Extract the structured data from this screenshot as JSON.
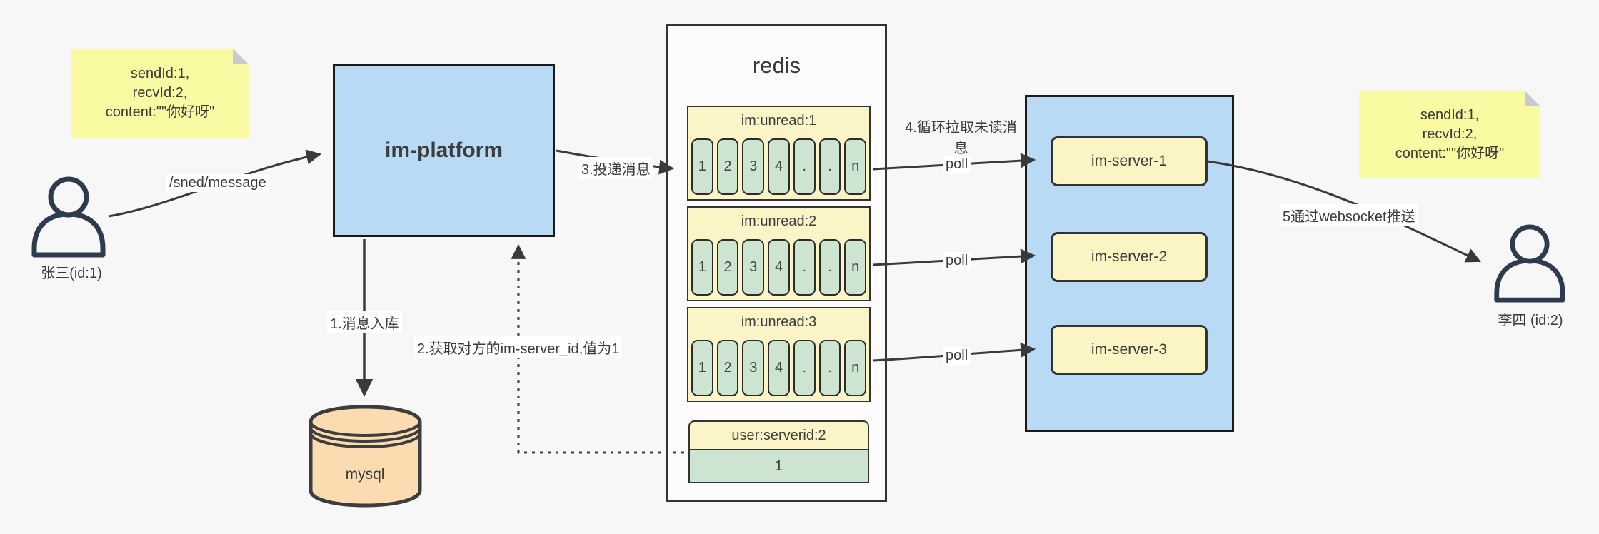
{
  "notes": {
    "left": {
      "lines": [
        "sendId:1,",
        "recvId:2,",
        "content:\"\"你好呀\""
      ]
    },
    "right": {
      "lines": [
        "sendId:1,",
        "recvId:2,",
        "content:\"\"你好呀\""
      ]
    }
  },
  "actors": {
    "sender": {
      "name": "张三(id:1)"
    },
    "receiver": {
      "name": "李四 (id:2)"
    }
  },
  "platform": {
    "label": "im-platform"
  },
  "database": {
    "label": "mysql"
  },
  "redis": {
    "title": "redis",
    "queues": [
      {
        "name": "im:unread:1",
        "cells": [
          "1",
          "2",
          "3",
          "4",
          ".",
          ".",
          "n"
        ]
      },
      {
        "name": "im:unread:2",
        "cells": [
          "1",
          "2",
          "3",
          "4",
          ".",
          ".",
          "n"
        ]
      },
      {
        "name": "im:unread:3",
        "cells": [
          "1",
          "2",
          "3",
          "4",
          ".",
          ".",
          "n"
        ]
      }
    ],
    "kv": {
      "key": "user:serverid:2",
      "value": "1"
    }
  },
  "servers": {
    "items": [
      {
        "label": "im-server-1"
      },
      {
        "label": "im-server-2"
      },
      {
        "label": "im-server-3"
      }
    ]
  },
  "edges": {
    "send_api": "/sned/message",
    "step1": "1.消息入库",
    "step2": "2.获取对方的im-server_id,值为1",
    "step3": "3.投递消息",
    "step4": "4.循环拉取未读消息",
    "poll": "poll",
    "step5": "5通过websocket推送"
  },
  "colors": {
    "accent_blue": "#b8daf5",
    "note_yellow": "#fafaa2",
    "pale_yellow": "#faf4c6",
    "cell_green": "#cde4d0",
    "db_orange": "#fadcb0",
    "arrow": "#3a3a3a"
  }
}
